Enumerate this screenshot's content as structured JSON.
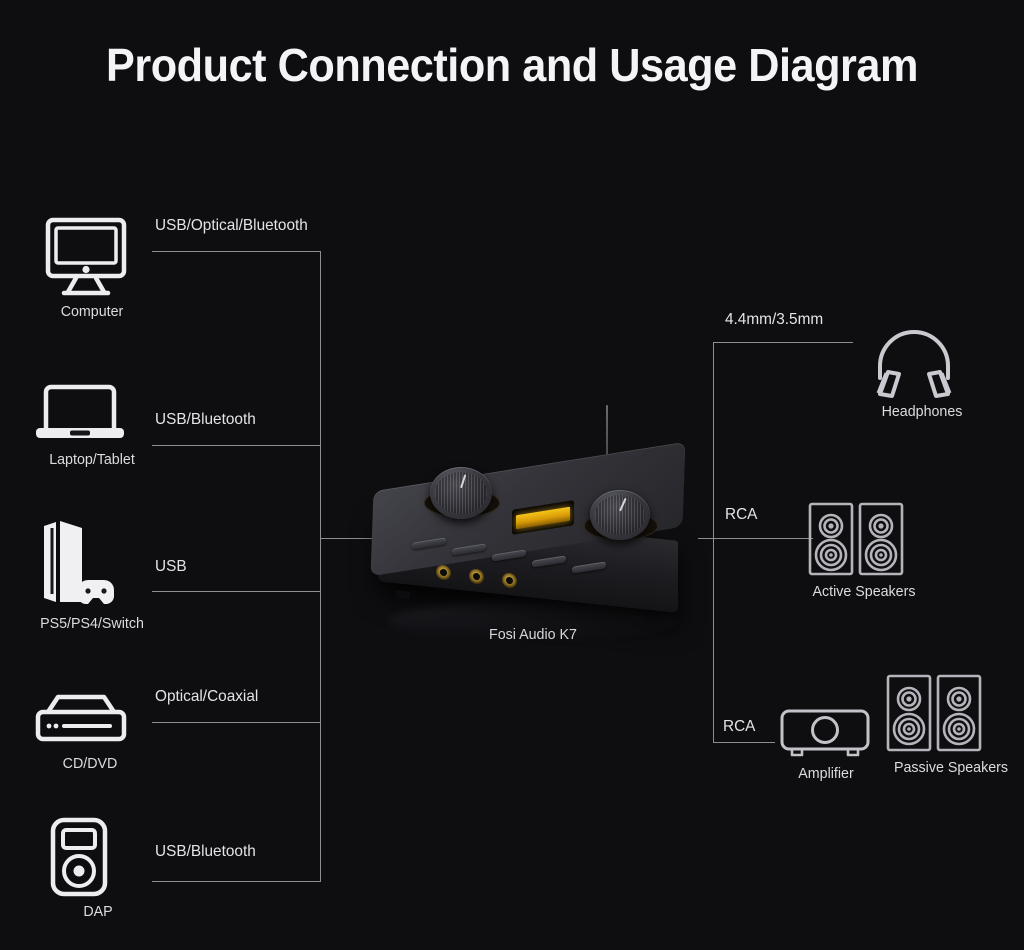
{
  "title": "Product Connection and Usage Diagram",
  "device": {
    "caption": "Fosi Audio K7",
    "icon": "audio-dac-amplifier"
  },
  "colors": {
    "background": "#0e0e11",
    "text": "#e8e8ea",
    "wire": "#8d8d94",
    "display_amber": "#f5c518",
    "jack_gold": "#c9a23c"
  },
  "sources": [
    {
      "label": "Computer",
      "icon": "desktop-monitor-icon",
      "connection": "USB/Optical/Bluetooth"
    },
    {
      "label": "Laptop/Tablet",
      "icon": "laptop-icon",
      "connection": "USB/Bluetooth"
    },
    {
      "label": "PS5/PS4/Switch",
      "icon": "game-console-icon",
      "connection": "USB"
    },
    {
      "label": "CD/DVD",
      "icon": "disc-player-icon",
      "connection": "Optical/Coaxial"
    },
    {
      "label": "DAP",
      "icon": "portable-player-icon",
      "connection": "USB/Bluetooth"
    }
  ],
  "outputs": [
    {
      "label": "Headphones",
      "icon": "headphones-icon",
      "connection": "4.4mm/3.5mm"
    },
    {
      "label": "Active Speakers",
      "icon": "speaker-pair-icon",
      "connection": "RCA"
    },
    {
      "label": "Amplifier",
      "icon": "amplifier-icon",
      "connection": "RCA"
    },
    {
      "label": "Passive Speakers",
      "icon": "speaker-pair-icon",
      "connection": ""
    }
  ]
}
